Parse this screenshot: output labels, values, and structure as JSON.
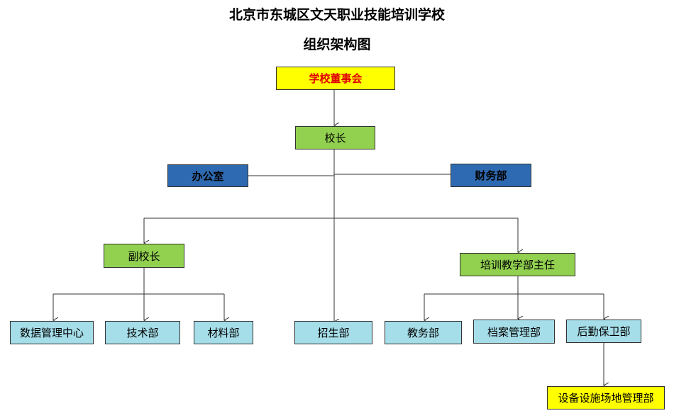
{
  "title": "北京市东城区文天职业技能培训学校",
  "subtitle": "组织架构图",
  "nodes": {
    "board": "学校董事会",
    "principal": "校长",
    "office": "办公室",
    "finance": "财务部",
    "vice_principal": "副校长",
    "training_director": "培训教学部主任",
    "data_center": "数据管理中心",
    "tech": "技术部",
    "materials": "材料部",
    "admissions": "招生部",
    "academic": "教务部",
    "archives": "档案管理部",
    "logistics": "后勤保卫部",
    "facilities": "设备设施场地管理部"
  },
  "colors": {
    "yellow": "#ffff00",
    "green": "#92d050",
    "blue": "#2e6ab1",
    "cyan": "#a5dde8",
    "board_text": "#e00000"
  }
}
